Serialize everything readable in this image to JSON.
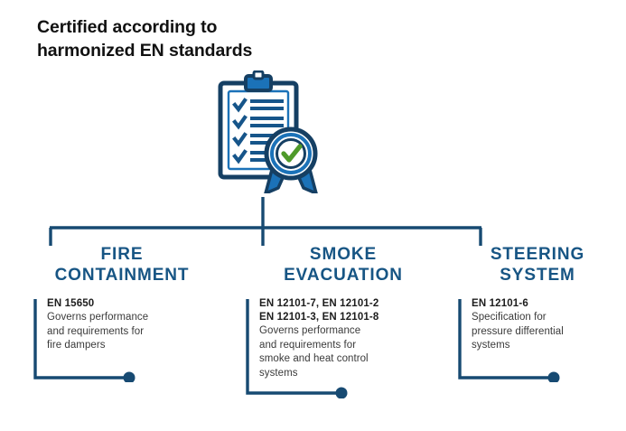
{
  "title": {
    "line1": "Certified according to",
    "line2": "harmonized EN standards"
  },
  "icon": {
    "name": "certificate-clipboard-icon",
    "description": "clipboard with four checkmarks and an award badge with green check"
  },
  "colors": {
    "heading_blue": "#175584",
    "connector_navy": "#174a72",
    "icon_navy": "#153f63",
    "icon_blue": "#1b72b8",
    "check_green": "#4f9a2a",
    "body_text": "#3a3a3a",
    "code_text": "#1d1d1d",
    "background": "#ffffff"
  },
  "columns": [
    {
      "id": "fire-containment",
      "heading_line1": "FIRE",
      "heading_line2": "CONTAINMENT",
      "code": "EN 15650",
      "description": "Governs performance and requirements for fire dampers",
      "description_lines": [
        "Governs performance",
        "and requirements for",
        "fire dampers"
      ]
    },
    {
      "id": "smoke-evacuation",
      "heading_line1": "SMOKE",
      "heading_line2": "EVACUATION",
      "code": "EN 12101-7, EN 12101-2",
      "code_line2": "EN 12101-3, EN 12101-8",
      "description": "Governs performance and requirements for smoke and heat control systems",
      "description_lines": [
        "Governs performance",
        "and requirements for",
        "smoke and heat control",
        "systems"
      ]
    },
    {
      "id": "steering-system",
      "heading_line1": "STEERING",
      "heading_line2": "SYSTEM",
      "code": "EN 12101-6",
      "description": "Specification for pressure differential systems",
      "description_lines": [
        "Specification for",
        "pressure differential",
        "systems"
      ]
    }
  ]
}
